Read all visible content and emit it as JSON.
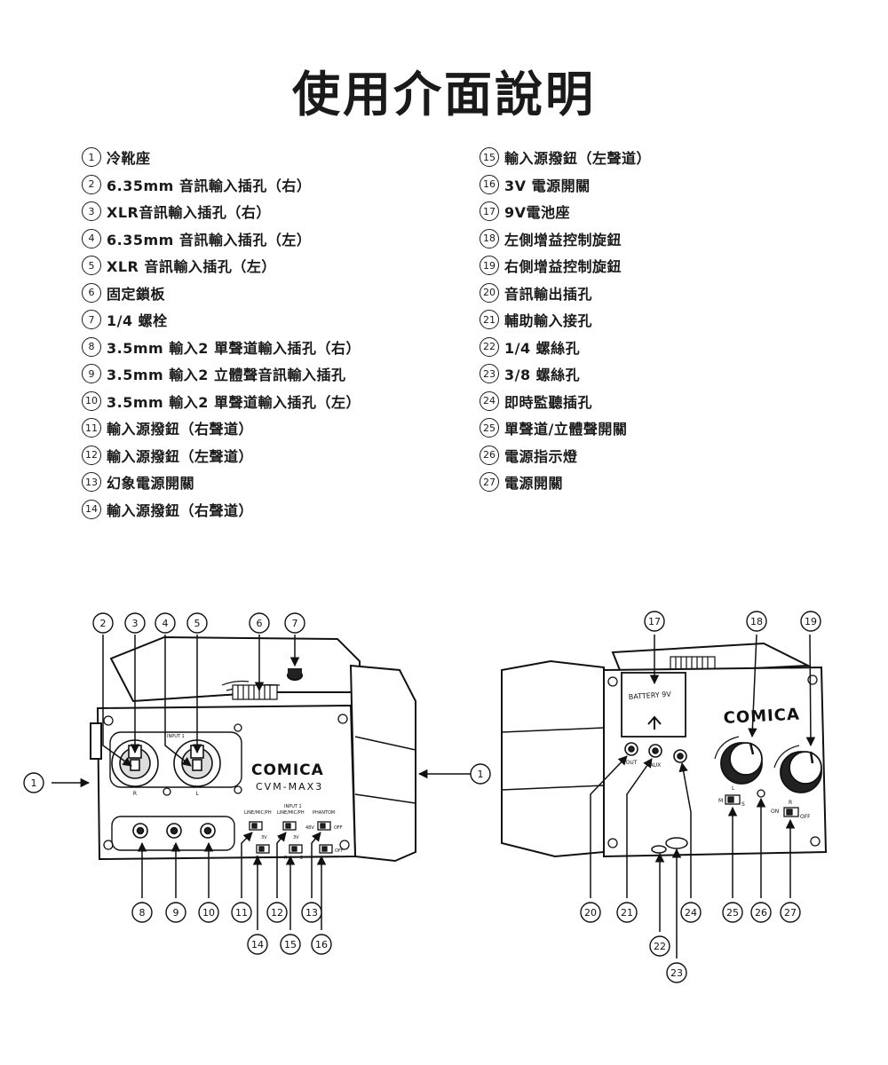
{
  "title": "使用介面說明",
  "legend_left": [
    {
      "num": "1",
      "text": "冷靴座"
    },
    {
      "num": "2",
      "text": "6.35mm 音訊輸入插孔（右）"
    },
    {
      "num": "3",
      "text": "XLR音訊輸入插孔（右）"
    },
    {
      "num": "4",
      "text": "6.35mm 音訊輸入插孔（左）"
    },
    {
      "num": "5",
      "text": "XLR 音訊輸入插孔（左）"
    },
    {
      "num": "6",
      "text": "固定鎖板"
    },
    {
      "num": "7",
      "text": "1/4 螺栓"
    },
    {
      "num": "8",
      "text": "3.5mm 輸入2 單聲道輸入插孔（右）"
    },
    {
      "num": "9",
      "text": "3.5mm 輸入2 立體聲音訊輸入插孔"
    },
    {
      "num": "10",
      "text": "3.5mm 輸入2 單聲道輸入插孔（左）"
    },
    {
      "num": "11",
      "text": "輸入源撥鈕（右聲道）"
    },
    {
      "num": "12",
      "text": "輸入源撥鈕（左聲道）"
    },
    {
      "num": "13",
      "text": "幻象電源開關"
    },
    {
      "num": "14",
      "text": "輸入源撥鈕（右聲道）"
    }
  ],
  "legend_right": [
    {
      "num": "15",
      "text": "輸入源撥鈕（左聲道）"
    },
    {
      "num": "16",
      "text": "3V 電源開關"
    },
    {
      "num": "17",
      "text": "9V電池座"
    },
    {
      "num": "18",
      "text": "左側增益控制旋鈕"
    },
    {
      "num": "19",
      "text": "右側增益控制旋鈕"
    },
    {
      "num": "20",
      "text": "音訊輸出插孔"
    },
    {
      "num": "21",
      "text": "輔助輸入接孔"
    },
    {
      "num": "22",
      "text": "1/4 螺絲孔"
    },
    {
      "num": "23",
      "text": "3/8 螺絲孔"
    },
    {
      "num": "24",
      "text": "即時監聽插孔"
    },
    {
      "num": "25",
      "text": "單聲道/立體聲開關"
    },
    {
      "num": "26",
      "text": "電源指示燈"
    },
    {
      "num": "27",
      "text": "電源開關"
    }
  ],
  "front": {
    "brand": "COMICA",
    "model": "CVM-MAX3",
    "input1_label": "INPUT 1",
    "input1_panel_label": "INPUT 1",
    "ch_left": "L",
    "ch_right": "R",
    "sw_linemic": "LINE/MIC/PH",
    "sw_phantom": "PHANTOM",
    "v48": "48V",
    "off": "OFF",
    "v3": "3V",
    "lp_left": "L",
    "lp_right": "L",
    "sr_right": "R",
    "sr_left": "R",
    "row2_left": "L",
    "row2_right": "L",
    "row2_r": "R",
    "row2_r2": "R",
    "in2_mark": "2",
    "in2_label": "2"
  },
  "back": {
    "brand": "COMICA",
    "battery_label": "BATTERY 9V",
    "out_label": "OUT",
    "aux_label": "AUX",
    "knob_l": "L",
    "knob_r": "R",
    "sw_m": "M",
    "sw_s": "S",
    "on": "ON",
    "off": "OFF"
  },
  "callouts": {
    "c1": "1",
    "c2": "2",
    "c3": "3",
    "c4": "4",
    "c5": "5",
    "c6": "6",
    "c7": "7",
    "c8": "8",
    "c9": "9",
    "c10": "10",
    "c11": "11",
    "c12": "12",
    "c13": "13",
    "c14": "14",
    "c15": "15",
    "c16": "16",
    "c17": "17",
    "c18": "18",
    "c19": "19",
    "c20": "20",
    "c21": "21",
    "c22": "22",
    "c23": "23",
    "c24": "24",
    "c25": "25",
    "c26": "26",
    "c27": "27",
    "c1b": "1"
  }
}
